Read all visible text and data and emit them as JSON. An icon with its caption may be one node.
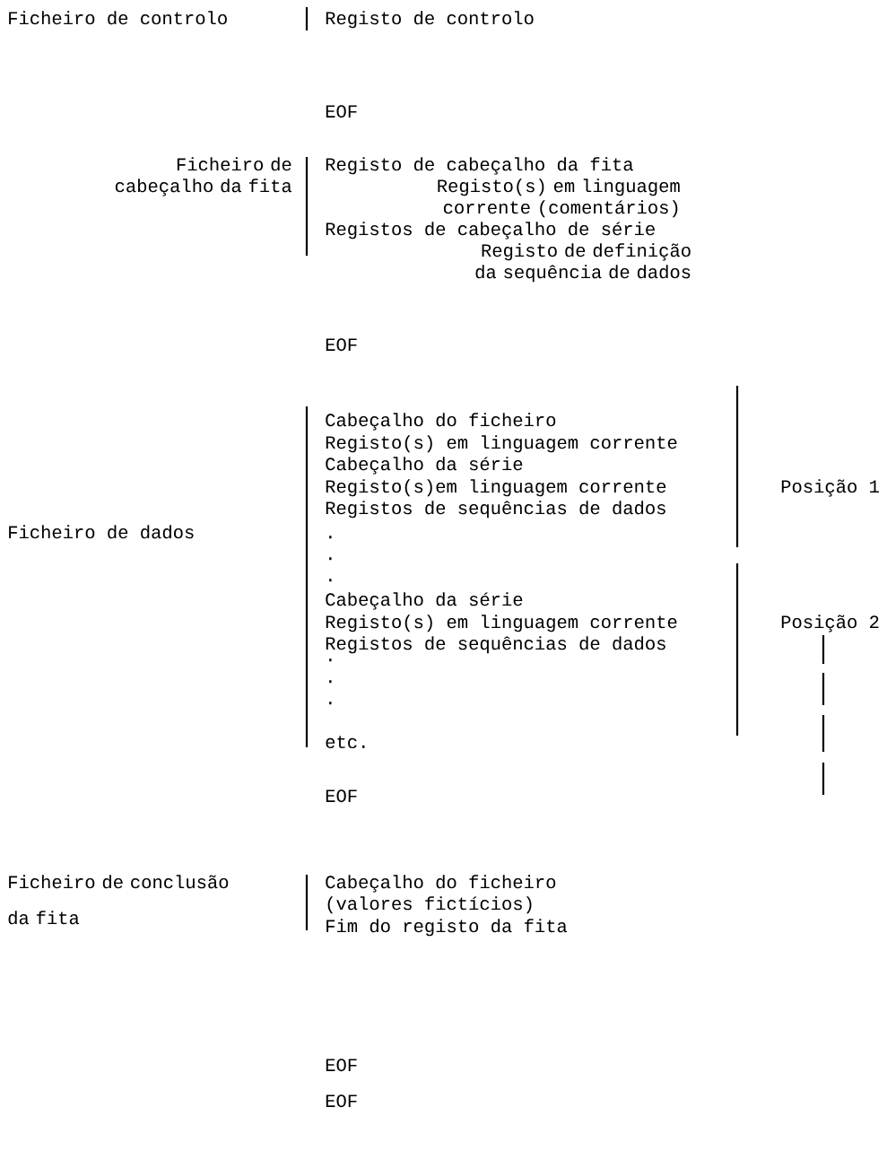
{
  "diagram": {
    "labels": [
      "Ficheiro de controlo",
      "Registo de controlo",
      "EOF",
      "Ficheiro de cabeçalho da fita",
      "Registo de cabeçalho da fita",
      "Registo(s) em linguagem corrente (comentários)",
      "Registos de cabeçalho de série",
      "Registo de definição da sequência de dados",
      "EOF",
      "Cabeçalho do ficheiro",
      "Registo(s) em linguagem corrente",
      "Cabeçalho da série",
      "Registo(s)em linguagem corrente",
      "Posição 1",
      "Registos de sequências de dados",
      "Ficheiro de dados",
      ".",
      ".",
      ".",
      "Cabeçalho da série",
      "Registo(s) em linguagem corrente",
      "Posição 2",
      "Registos de sequências de dados",
      ".",
      ".",
      ".",
      "etc.",
      "EOF",
      "Ficheiro de conclusão da fita",
      "Cabeçalho do ficheiro",
      "(valores fictícios)",
      "Fim do registo da fita",
      "EOF",
      "EOF"
    ]
  }
}
